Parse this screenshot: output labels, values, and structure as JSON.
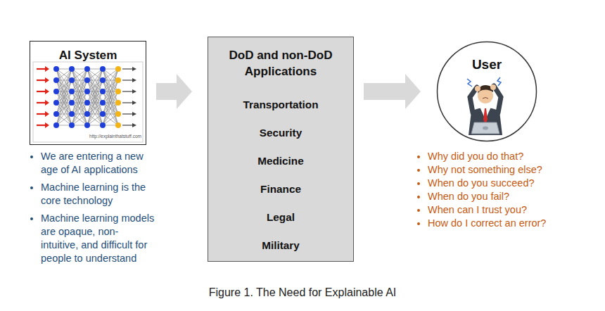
{
  "diagram": {
    "caption": "Figure 1. The Need for Explainable AI",
    "nodes": [
      {
        "text": [
          "AI System"
        ]
      },
      {
        "text": [
          "DoD and non-DoD Applications",
          "Transportation",
          "Security",
          "Medicine",
          "Finance",
          "Legal",
          "Military"
        ]
      },
      {
        "text": [
          "User"
        ]
      }
    ],
    "edges": [
      {
        "from": 0,
        "to": 1,
        "arrow": "to"
      },
      {
        "from": 1,
        "to": 2,
        "arrow": "to"
      }
    ],
    "labels": [
      "http://explainthatstuff.com",
      "We are entering a new age of AI applications",
      "Machine learning is the core technology",
      "Machine learning models are opaque, non-intuitive, and difficult for people to understand",
      "Why did you do that?",
      "Why not something else?",
      "When do you succeed?",
      "When do you fail?",
      "When can I trust you?",
      "How do I correct an error?"
    ]
  }
}
